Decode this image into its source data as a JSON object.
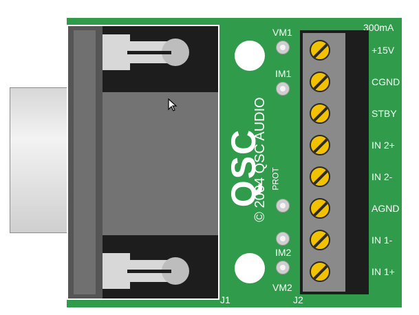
{
  "labels": {
    "vm1": "VM1",
    "im1": "IM1",
    "prot": "PROT",
    "im2": "IM2",
    "vm2": "VM2",
    "current": "300mA",
    "j1": "J1",
    "j2": "J2",
    "brand": "QSC",
    "copyright": "© 2004 QSC AUDIO"
  },
  "terminals": [
    {
      "label": "+15V"
    },
    {
      "label": "CGND"
    },
    {
      "label": "STBY"
    },
    {
      "label": "IN 2+"
    },
    {
      "label": "IN 2-"
    },
    {
      "label": "AGND"
    },
    {
      "label": "IN 1-"
    },
    {
      "label": "IN 1+"
    }
  ],
  "icons": {
    "cursor": "mouse-pointer-icon",
    "screw": "screw-terminal-icon"
  },
  "colors": {
    "board": "#2f9b4b",
    "screw": "#f2c100",
    "connector": "#1d1d1d",
    "silkscreen": "#ffffff"
  }
}
